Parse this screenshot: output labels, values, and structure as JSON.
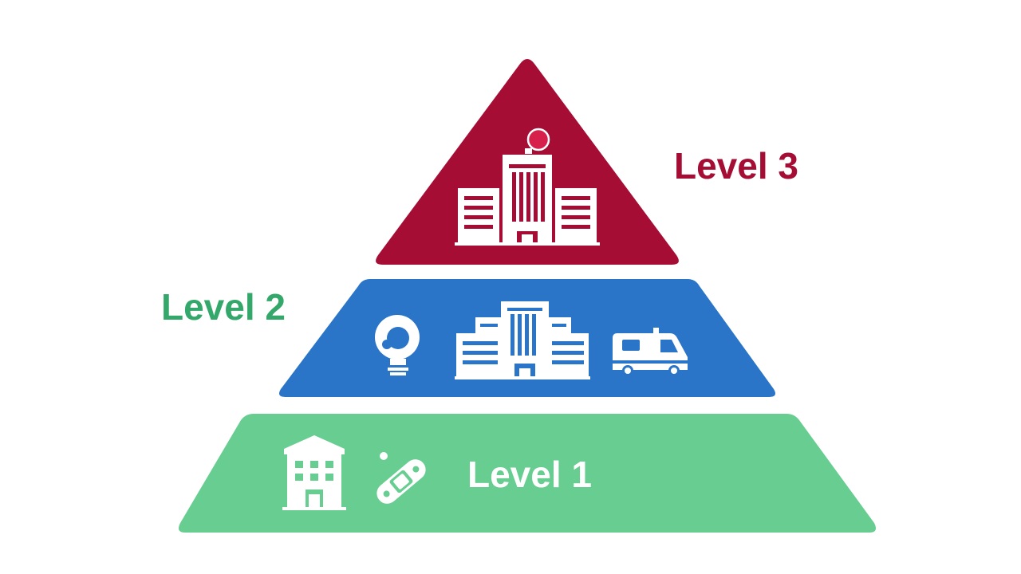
{
  "colors": {
    "level3": "#a50d34",
    "level2": "#2a75c8",
    "level1": "#67cd91",
    "level3_label": "#a50d34",
    "level2_label": "#33a86a",
    "level1_label": "#ffffff",
    "icon": "#ffffff",
    "background": "#ffffff"
  },
  "pyramid": {
    "top": {
      "label": "Level 3",
      "icons": [
        "hospital-icon",
        "alert-beacon-icon"
      ]
    },
    "middle": {
      "label": "Level 2",
      "icons": [
        "lightbulb-icon",
        "hospital-icon",
        "ambulance-icon"
      ]
    },
    "bottom": {
      "label": "Level 1",
      "icons": [
        "clinic-icon",
        "bandage-icon"
      ]
    }
  }
}
